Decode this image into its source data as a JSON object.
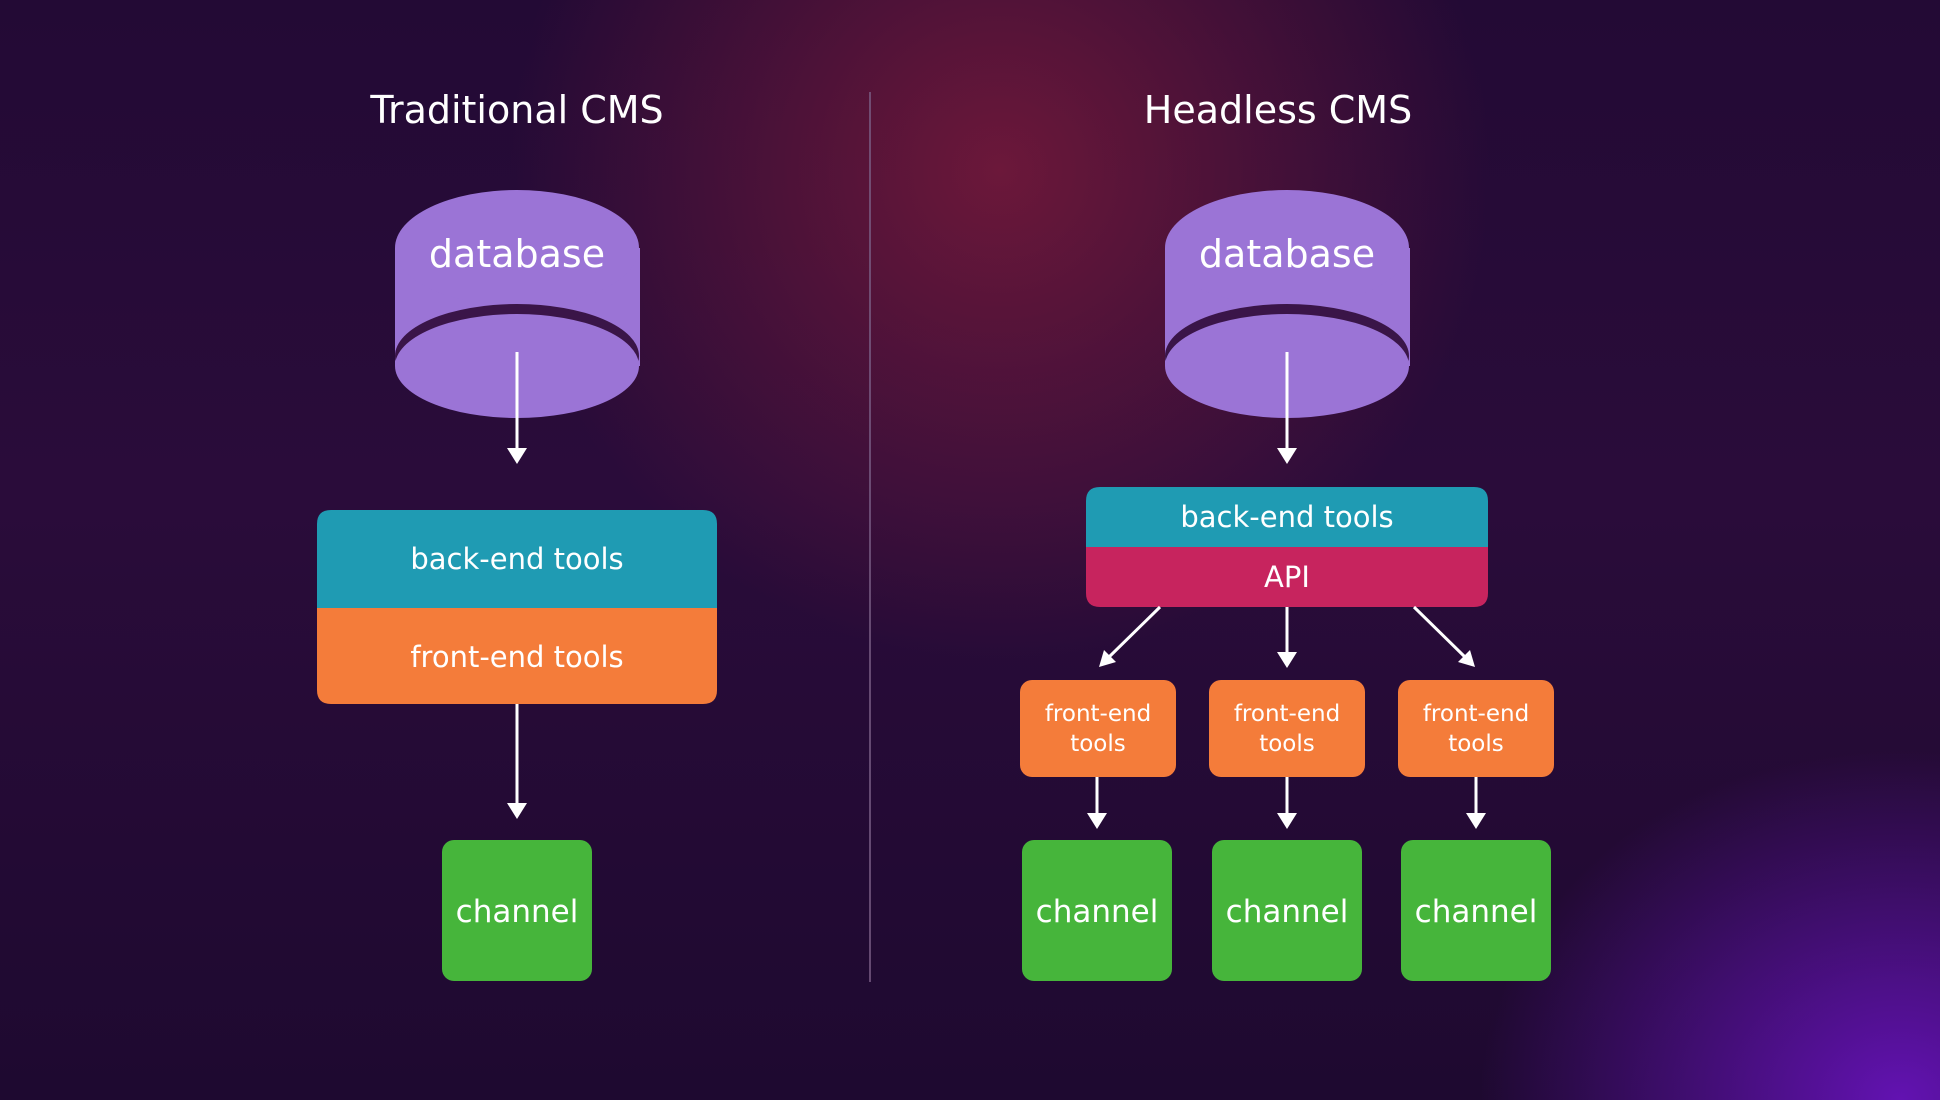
{
  "traditional": {
    "title": "Traditional CMS",
    "database": "database",
    "backend": "back-end tools",
    "frontend": "front-end tools",
    "channel": "channel"
  },
  "headless": {
    "title": "Headless CMS",
    "database": "database",
    "backend": "back-end tools",
    "api": "API",
    "frontends": [
      {
        "line1": "front-end",
        "line2": "tools"
      },
      {
        "line1": "front-end",
        "line2": "tools"
      },
      {
        "line1": "front-end",
        "line2": "tools"
      }
    ],
    "channels": [
      "channel",
      "channel",
      "channel"
    ]
  },
  "colors": {
    "database": "#9b74d6",
    "database_shadow": "#3a1548",
    "backend": "#1f9bb3",
    "frontend": "#f47c3a",
    "api": "#c7245e",
    "channel": "#46b53b",
    "divider": "#7a5f86",
    "arrow": "#ffffff"
  }
}
